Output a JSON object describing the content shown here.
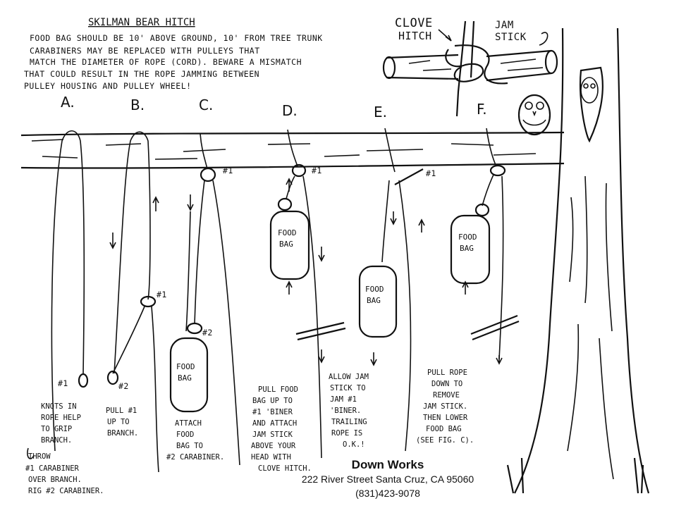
{
  "title": "SKILMAN BEAR HITCH",
  "intro": [
    "FOOD BAG SHOULD BE 10' ABOVE GROUND, 10' FROM TREE TRUNK",
    "CARABINERS MAY BE REPLACED WITH PULLEYS THAT",
    "MATCH THE DIAMETER OF ROPE (CORD). BEWARE A MISMATCH",
    "THAT COULD RESULT IN THE ROPE JAMMING BETWEEN",
    "PULLEY HOUSING AND PULLEY WHEEL!"
  ],
  "callouts": {
    "clove_hitch": [
      "CLOVE",
      "HITCH"
    ],
    "jam_stick": [
      "JAM",
      "STICK"
    ]
  },
  "steps": [
    {
      "letter": "A.",
      "caption": [
        "KNOTS IN",
        "ROPE HELP",
        "TO GRIP",
        "BRANCH."
      ],
      "extra": [
        "THROW",
        "#1 CARABINER",
        "OVER BRANCH.",
        "RIG #2 CARABINER."
      ]
    },
    {
      "letter": "B.",
      "caption": [
        "PULL #1",
        "UP TO",
        "BRANCH."
      ]
    },
    {
      "letter": "C.",
      "caption": [
        "ATTACH",
        "FOOD",
        "BAG TO",
        "#2 CARABINER."
      ]
    },
    {
      "letter": "D.",
      "caption": [
        "PULL FOOD",
        "BAG UP TO",
        "#1 'BINER",
        "AND ATTACH",
        "JAM STICK",
        "ABOVE YOUR",
        "HEAD WITH",
        "CLOVE HITCH."
      ]
    },
    {
      "letter": "E.",
      "caption": [
        "ALLOW JAM",
        "STICK TO",
        "JAM #1",
        "'BINER.",
        "TRAILING",
        "ROPE IS",
        "O.K.!"
      ]
    },
    {
      "letter": "F.",
      "caption": [
        "PULL ROPE",
        "DOWN TO",
        "REMOVE",
        "JAM STICK.",
        "THEN LOWER",
        "FOOD BAG",
        "(SEE FIG. C)."
      ]
    }
  ],
  "labels": {
    "c1": "#1",
    "c2": "#2",
    "bag": [
      "FOOD",
      "BAG"
    ]
  },
  "footer": {
    "company": "Down Works",
    "address": "222 River Street  Santa Cruz, CA 95060",
    "phone": "(831)423-9078"
  }
}
